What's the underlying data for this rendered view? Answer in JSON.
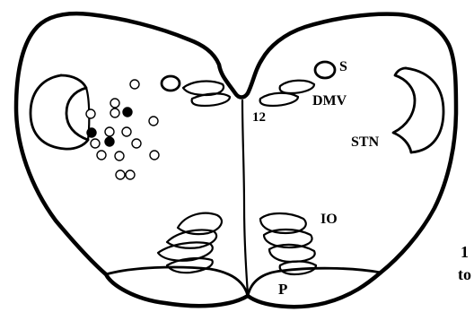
{
  "labels": {
    "s": "S",
    "dmv": "DMV",
    "twelve": "12",
    "stn": "STN",
    "io": "IO",
    "p": "P",
    "edge_line1": "1",
    "edge_line2": "to"
  },
  "markers": {
    "open_count": 14,
    "filled_count": 3
  },
  "colors": {
    "ink": "#000000",
    "background": "#ffffff"
  }
}
